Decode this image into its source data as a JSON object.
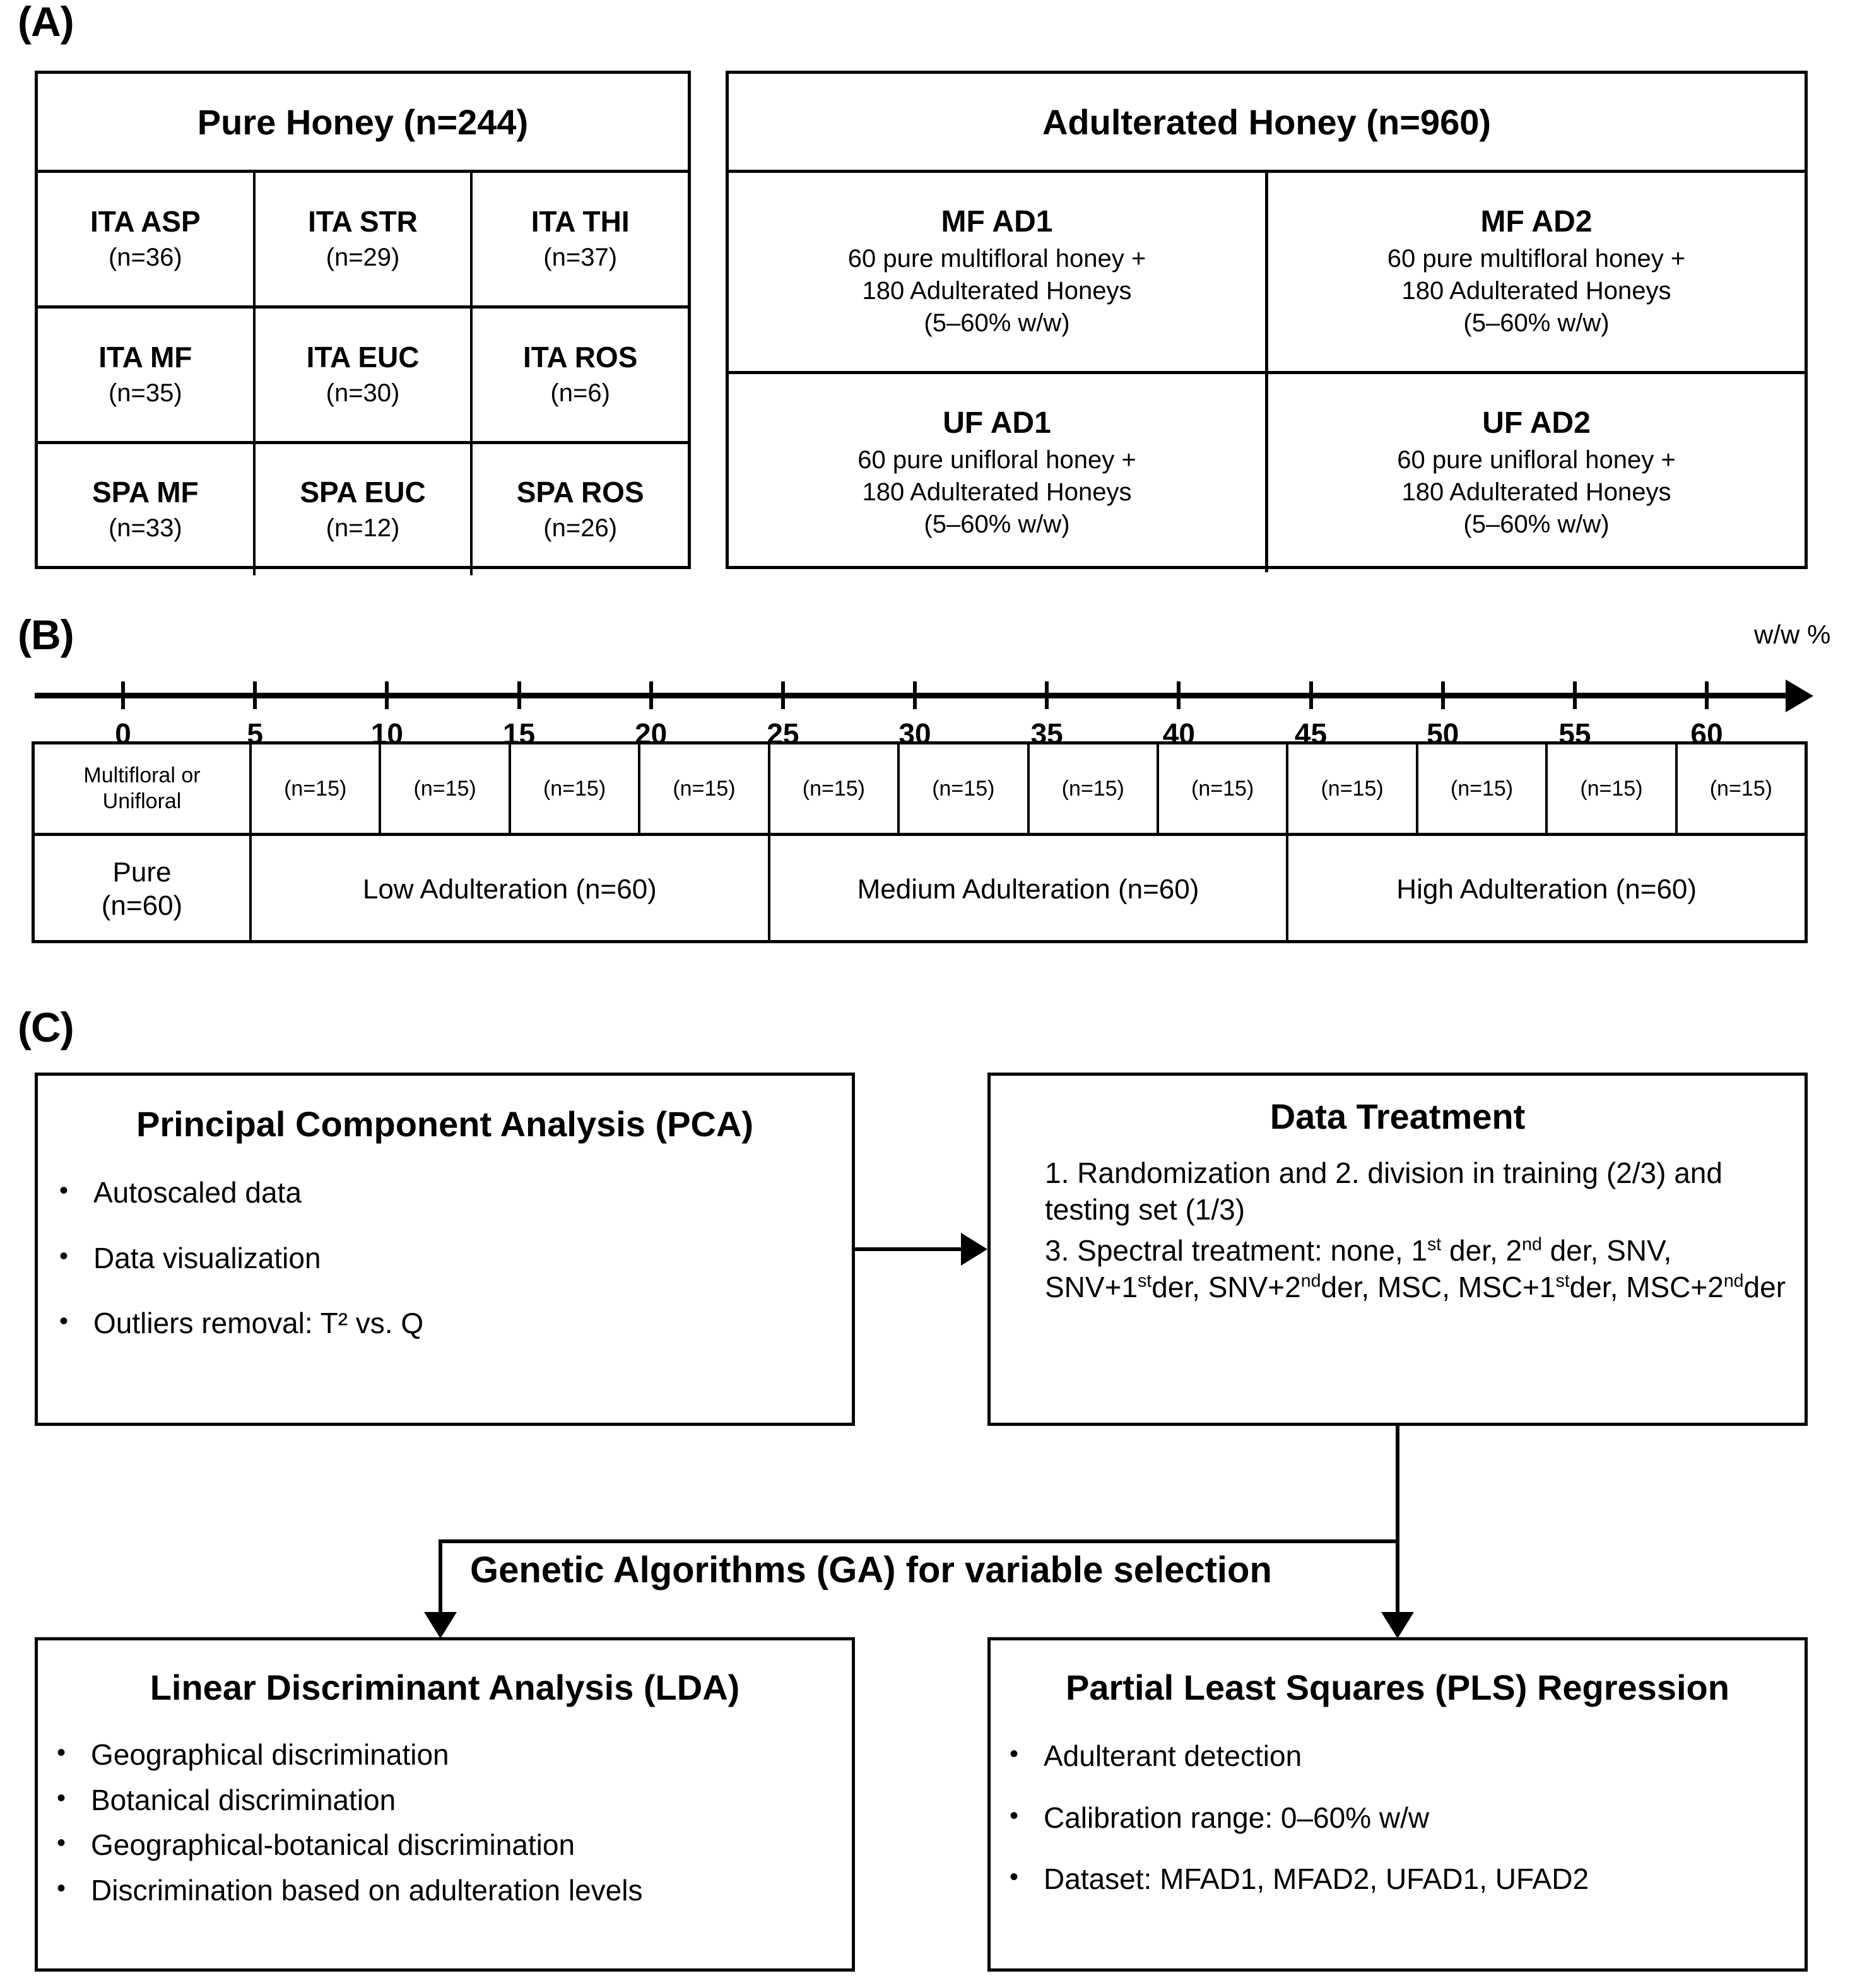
{
  "panels": {
    "a_label": "(A)",
    "b_label": "(B)",
    "c_label": "(C)"
  },
  "section_a": {
    "pure_honey": {
      "header": "Pure Honey (n=244)",
      "cells": [
        {
          "name": "ITA ASP",
          "count": "(n=36)"
        },
        {
          "name": "ITA STR",
          "count": "(n=29)"
        },
        {
          "name": "ITA THI",
          "count": "(n=37)"
        },
        {
          "name": "ITA MF",
          "count": "(n=35)"
        },
        {
          "name": "ITA EUC",
          "count": "(n=30)"
        },
        {
          "name": "ITA ROS",
          "count": "(n=6)"
        },
        {
          "name": "SPA MF",
          "count": "(n=33)"
        },
        {
          "name": "SPA EUC",
          "count": "(n=12)"
        },
        {
          "name": "SPA ROS",
          "count": "(n=26)"
        }
      ]
    },
    "adulterated_honey": {
      "header": "Adulterated Honey (n=960)",
      "cells": [
        {
          "name": "MF AD1",
          "line1": "60 pure multifloral honey +",
          "line2": "180 Adulterated Honeys",
          "line3": "(5–60% w/w)"
        },
        {
          "name": "MF AD2",
          "line1": "60 pure multifloral honey +",
          "line2": "180 Adulterated Honeys",
          "line3": "(5–60% w/w)"
        },
        {
          "name": "UF AD1",
          "line1": "60 pure unifloral honey +",
          "line2": "180 Adulterated Honeys",
          "line3": "(5–60% w/w)"
        },
        {
          "name": "UF AD2",
          "line1": "60 pure unifloral honey +",
          "line2": "180 Adulterated Honeys",
          "line3": "(5–60% w/w)"
        }
      ]
    }
  },
  "section_b": {
    "axis_unit_label": "w/w %",
    "tick_labels": [
      "0",
      "5",
      "10",
      "15",
      "20",
      "25",
      "30",
      "35",
      "40",
      "45",
      "50",
      "55",
      "60"
    ],
    "row1_header_line1": "Multifloral or",
    "row1_header_line2": "Unifloral",
    "row1_cells": [
      "(n=15)",
      "(n=15)",
      "(n=15)",
      "(n=15)",
      "(n=15)",
      "(n=15)",
      "(n=15)",
      "(n=15)",
      "(n=15)",
      "(n=15)",
      "(n=15)",
      "(n=15)"
    ],
    "row2_header_line1": "Pure",
    "row2_header_line2": "(n=60)",
    "row2_groups": [
      "Low Adulteration (n=60)",
      "Medium Adulteration (n=60)",
      "High Adulteration (n=60)"
    ]
  },
  "section_c": {
    "pca": {
      "title": "Principal Component Analysis (PCA)",
      "bullets": [
        "Autoscaled data",
        "Data visualization",
        "Outliers removal: T² vs. Q"
      ]
    },
    "data_treatment": {
      "title": "Data Treatment",
      "item1_html": "1. Randomization and 2. division in training (2/3) and testing set (1/3)",
      "item2_html": "3. Spectral treatment: none, 1<sup>st</sup> der, 2<sup>nd</sup> der, SNV, SNV+1<sup>st</sup>der, SNV+2<sup>nd</sup>der, MSC, MSC+1<sup>st</sup>der, MSC+2<sup>nd</sup>der"
    },
    "ga_connector": "Genetic Algorithms (GA) for variable selection",
    "lda": {
      "title": "Linear Discriminant Analysis (LDA)",
      "bullets": [
        "Geographical discrimination",
        "Botanical discrimination",
        "Geographical-botanical discrimination",
        "Discrimination based on adulteration levels"
      ]
    },
    "pls": {
      "title": "Partial Least Squares (PLS) Regression",
      "bullets": [
        "Adulterant detection",
        "Calibration range: 0–60% w/w",
        "Dataset: MFAD1, MFAD2, UFAD1, UFAD2"
      ]
    }
  },
  "colors": {
    "ink": "#000000",
    "paper": "#ffffff"
  }
}
